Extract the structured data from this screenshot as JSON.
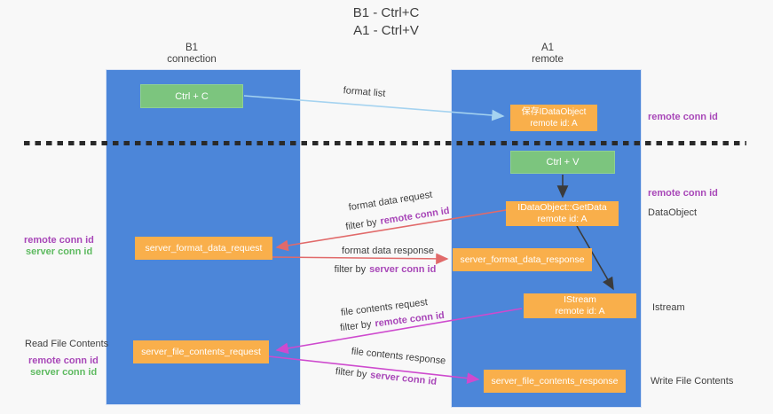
{
  "title": {
    "line1": "B1 - Ctrl+C",
    "line2": "A1 - Ctrl+V"
  },
  "lanes": [
    {
      "name": "B1",
      "role": "connection"
    },
    {
      "name": "A1",
      "role": "remote"
    }
  ],
  "nodes": {
    "ctrl_c": {
      "label": "Ctrl + C"
    },
    "save_dataobject": {
      "line1": "保存IDataObject",
      "line2": "remote id: A"
    },
    "ctrl_v": {
      "label": "Ctrl + V"
    },
    "getdata": {
      "line1": "IDataObject::GetData",
      "line2": "remote id: A"
    },
    "format_request": {
      "label": "server_format_data_request"
    },
    "format_response": {
      "label": "server_format_data_response"
    },
    "istream": {
      "line1": "IStream",
      "line2": "remote id: A"
    },
    "file_request": {
      "label": "server_file_contents_request"
    },
    "file_response": {
      "label": "server_file_contents_response"
    }
  },
  "edge_labels": {
    "format_list": "format list",
    "format_data_request": "format data request",
    "filter_remote_1": {
      "prefix": "filter by",
      "value": "remote conn id"
    },
    "format_data_response": "format data response",
    "filter_server_1": {
      "prefix": "filter by",
      "value": "server conn id"
    },
    "file_contents_request": "file contents request",
    "filter_remote_2": {
      "prefix": "filter by",
      "value": "remote conn id"
    },
    "file_contents_response": "file contents response",
    "filter_server_2": {
      "prefix": "filter by",
      "value": "server conn id"
    }
  },
  "margin_labels": {
    "right_remote_top": "remote conn id",
    "right_remote_mid": "remote conn id",
    "dataobject": "DataObject",
    "istream": "Istream",
    "write_file": "Write File Contents",
    "left_remote_1": "remote conn id",
    "left_server_1": "server conn id",
    "read_file": "Read File Contents",
    "left_remote_2": "remote conn id",
    "left_server_2": "server conn id"
  },
  "colors": {
    "lane_blue": "#4c86d9",
    "box_green": "#7cc57e",
    "box_orange": "#f9af4b",
    "arrow_light_blue": "#a5d3f0",
    "arrow_red": "#e16a6a",
    "arrow_magenta": "#ce4ace",
    "arrow_black": "#3b3b3b",
    "text_purple": "#a847b8",
    "text_green": "#5eba60"
  }
}
